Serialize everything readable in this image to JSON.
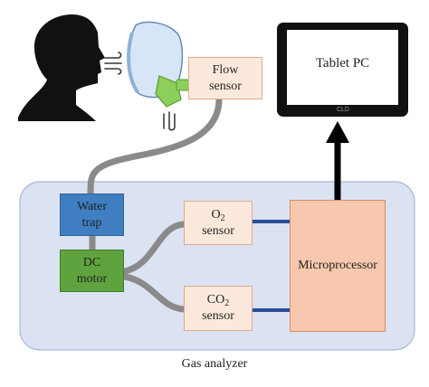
{
  "colors": {
    "analyzer_fill": "#dbe3f3",
    "analyzer_border": "#a9b8d9",
    "sensor_fill": "#fce9dc",
    "sensor_border": "#e2a98a",
    "micro_fill": "#f7c8ad",
    "micro_border": "#d98a5f",
    "water_trap_fill": "#3f7fc1",
    "dc_motor_fill": "#5fa33e",
    "tube": "#8a8a8a",
    "connector": "#2b4c9a",
    "arrow": "#000000"
  },
  "icons": {
    "head": "head-silhouette-icon",
    "exhale": "exhaled-air-icon",
    "mask": "face-mask-icon",
    "flow_down": "airflow-down-icon",
    "tablet": "tablet-pc-icon"
  },
  "blocks": {
    "flow_sensor": {
      "line1": "Flow",
      "line2": "sensor"
    },
    "tablet_pc": {
      "label": "Tablet PC",
      "brand": "CLD"
    },
    "water_trap": {
      "line1": "Water",
      "line2": "trap"
    },
    "dc_motor": {
      "line1": "DC",
      "line2": "motor"
    },
    "o2_sensor": {
      "base": "O",
      "sub": "2",
      "line2": "sensor"
    },
    "co2_sensor": {
      "base": "CO",
      "sub": "2",
      "line2": "sensor"
    },
    "microprocessor": {
      "label": "Microprocessor"
    }
  },
  "gas_analyzer": {
    "label": "Gas analyzer"
  }
}
